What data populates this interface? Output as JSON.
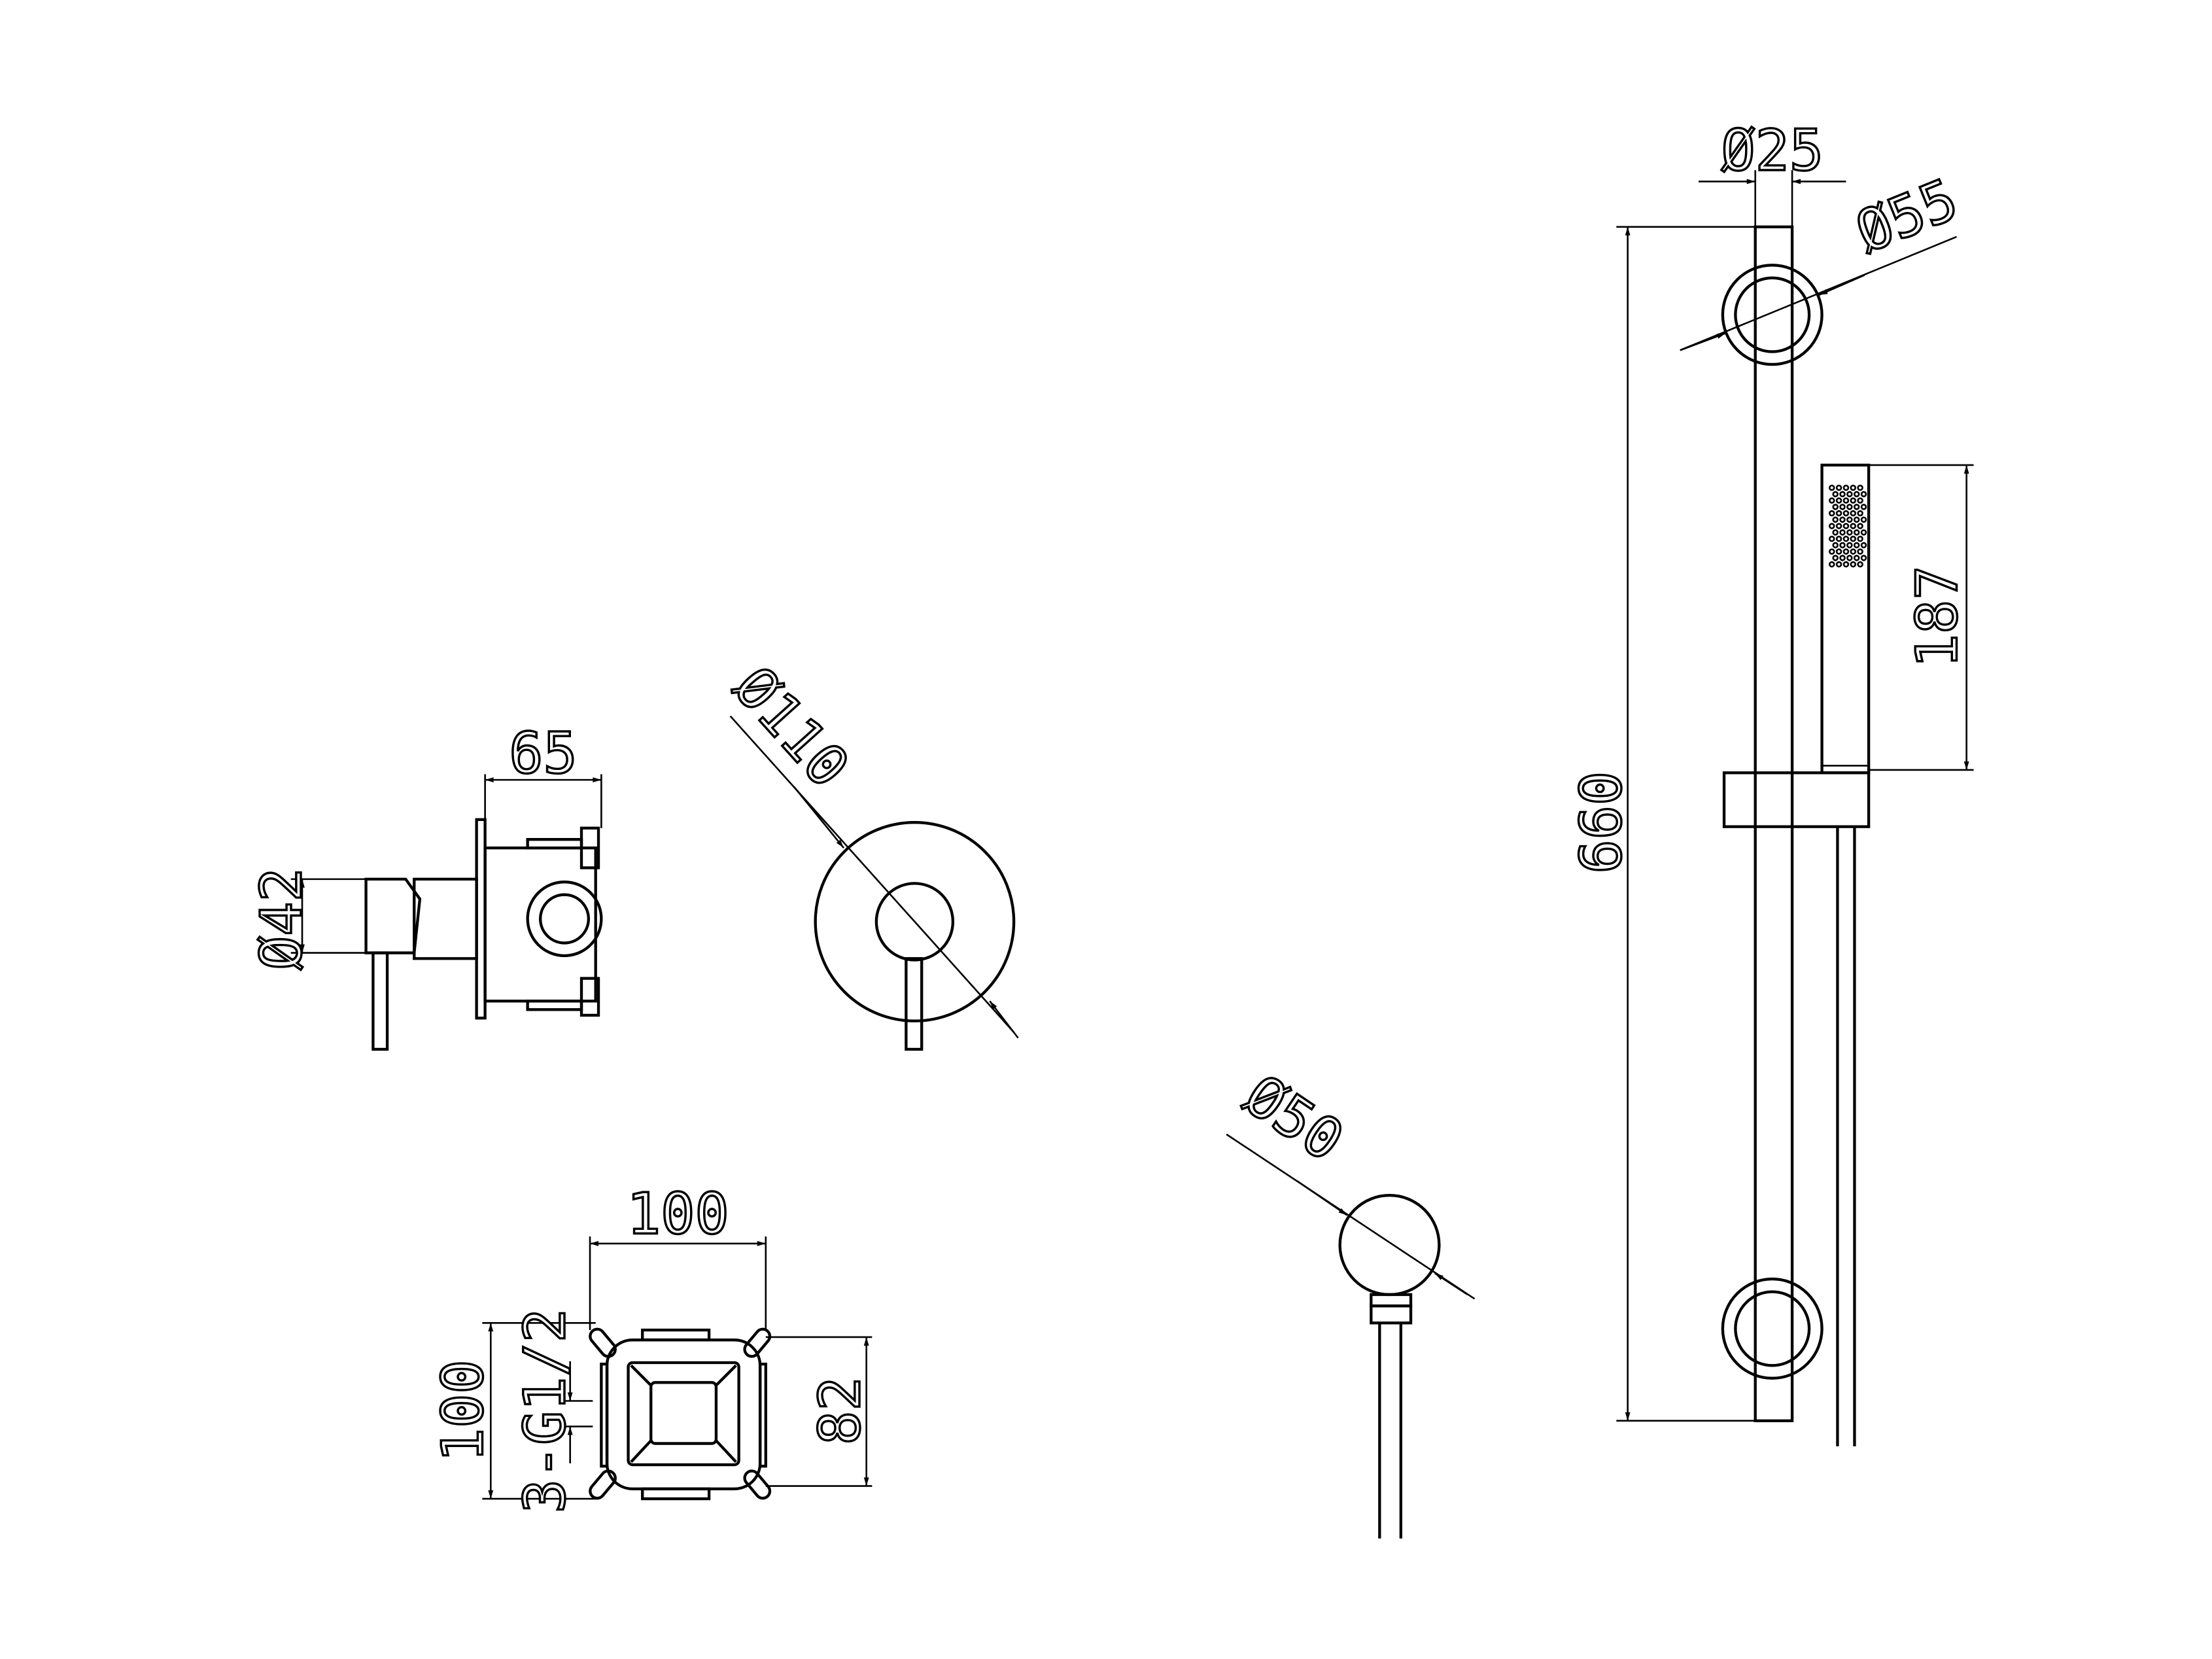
{
  "dimensions": {
    "rail_diameter": "Ø25",
    "bracket_diameter": "Ø55",
    "hand_shower_length": "187",
    "rail_length": "660",
    "valve_depth": "65",
    "handle_diameter": "Ø42",
    "plate_diameter": "Ø110",
    "elbow_diameter": "Ø50",
    "box_width": "100",
    "box_height": "100",
    "box_ports": "3-G1/2",
    "box_inner": "82"
  },
  "colors": {
    "line": "#000000",
    "background": "#ffffff"
  }
}
